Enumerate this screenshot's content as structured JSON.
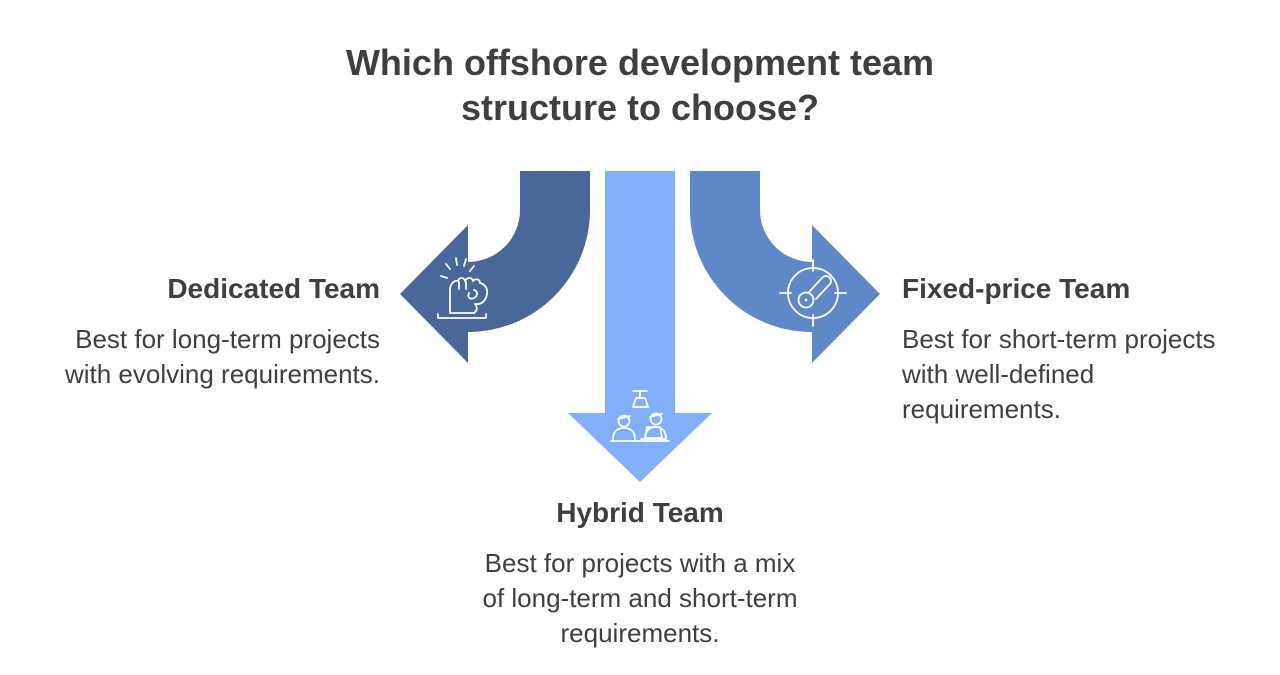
{
  "title": "Which offshore development team\nstructure to choose?",
  "colors": {
    "dedicated_arrow": "#4a6799",
    "hybrid_arrow": "#81affa",
    "fixed_price_arrow": "#5f88c8",
    "text": "#3f3f3f",
    "background": "#ffffff",
    "icon_stroke": "#ffffff"
  },
  "teams": [
    {
      "name": "Dedicated Team",
      "description": "Best for long-term projects\nwith evolving requirements.",
      "icon": "fist-icon",
      "arrow_direction": "left"
    },
    {
      "name": "Hybrid Team",
      "description": "Best for projects with a mix\nof long-term and short-term\nrequirements.",
      "icon": "team-collaboration-icon",
      "arrow_direction": "down"
    },
    {
      "name": "Fixed-price Team",
      "description": "Best for short-term projects\nwith well-defined\nrequirements.",
      "icon": "target-gauge-icon",
      "arrow_direction": "right"
    }
  ]
}
